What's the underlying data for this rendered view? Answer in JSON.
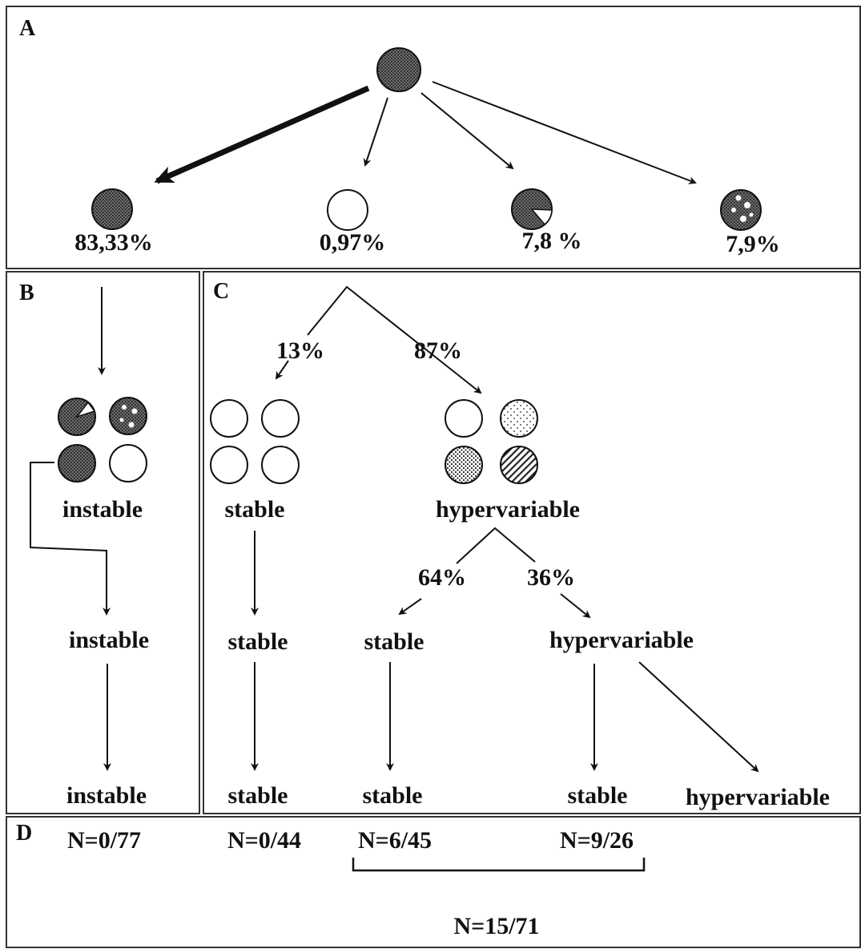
{
  "panels": {
    "a": "A",
    "b": "B",
    "c": "C",
    "d": "D"
  },
  "panel_a": {
    "outcomes": [
      {
        "label": "83,33%",
        "pattern": "solid-dark"
      },
      {
        "label": "0,97%",
        "pattern": "empty"
      },
      {
        "label": "7,8 %",
        "pattern": "dark-with-sector"
      },
      {
        "label": "7,9%",
        "pattern": "dark-with-spots"
      }
    ]
  },
  "panel_b": {
    "labels": [
      "instable",
      "instable",
      "instable"
    ]
  },
  "panel_c": {
    "split1": {
      "left": "13%",
      "right": "87%"
    },
    "split2": {
      "left": "64%",
      "right": "36%"
    },
    "stable_col": [
      "stable",
      "stable",
      "stable"
    ],
    "hyper_label": "hypervariable",
    "mid_stable": [
      "stable",
      "stable"
    ],
    "mid_hyper": "hypervariable",
    "final_stable": "stable",
    "final_hyper": "hypervariable"
  },
  "panel_d": {
    "n1": "N=0/77",
    "n2": "N=0/44",
    "n3": "N=6/45",
    "n4": "N=9/26",
    "total": "N=15/71"
  },
  "colors": {
    "line": "#111111",
    "dark_fill": "#5a5a5a",
    "border": "#333333"
  }
}
